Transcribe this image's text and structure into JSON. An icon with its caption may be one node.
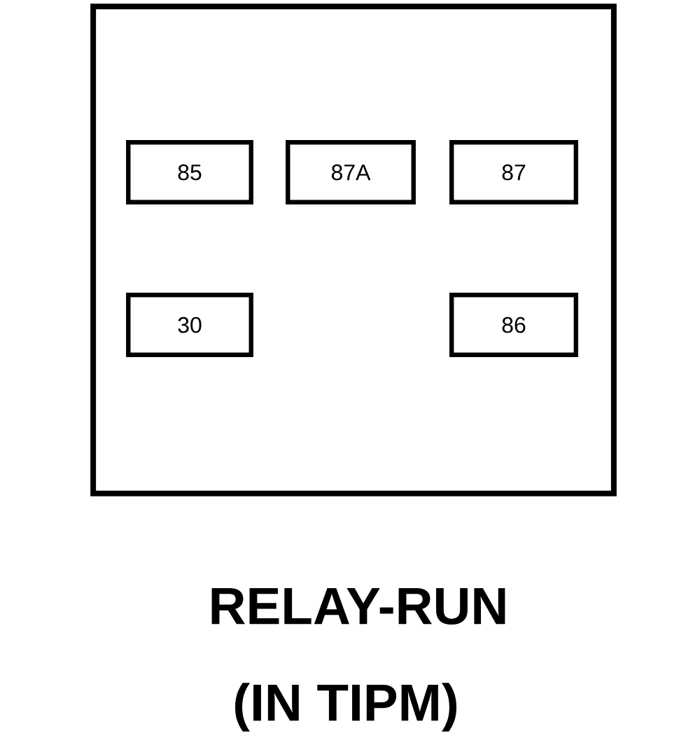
{
  "diagram": {
    "nodes": [
      {
        "text": [],
        "shape": "box"
      },
      {
        "text": [
          "85"
        ],
        "in": 0
      },
      {
        "text": [
          "87A"
        ],
        "in": 0
      },
      {
        "text": [
          "87"
        ],
        "in": 0
      },
      {
        "text": [
          "30"
        ],
        "in": 0
      },
      {
        "text": [
          "86"
        ],
        "in": 0
      }
    ],
    "labels": [
      "RELAY-RUN",
      "(IN TIPM)"
    ]
  }
}
